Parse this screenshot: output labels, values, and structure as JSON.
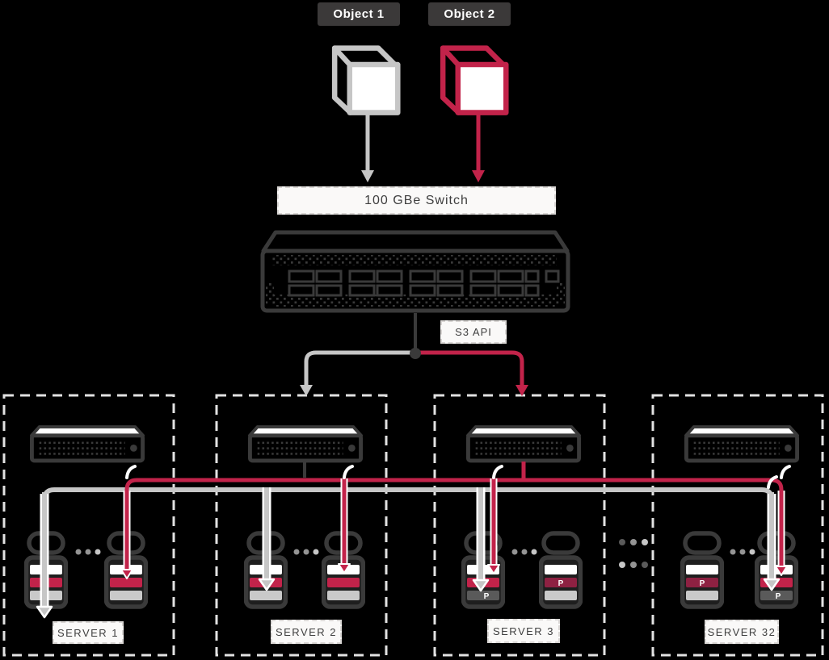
{
  "colors": {
    "bg": "#000000",
    "dark": "#3a3a3a",
    "red": "#c2234a",
    "maroon": "#8e2142",
    "grayline": "#c6c6c6",
    "bandgray": "#c9c9c9",
    "banddark": "#5a5a5a",
    "white": "#ffffff",
    "chipbg": "#3b3939",
    "chiptext": "#ffffff",
    "platebg": "#faf9f8",
    "plateborder": "#d9d6d4",
    "platetext": "#3f3f3f",
    "dashed": "#e2e2e2",
    "dotd": "#5a5a5a",
    "dotm": "#949494",
    "dotl": "#c6c6c6"
  },
  "objects": [
    {
      "label": "Object 1"
    },
    {
      "label": "Object 2"
    }
  ],
  "switch_label": "100 GBe Switch",
  "api_label": "S3 API",
  "parity_label": "P",
  "servers": [
    {
      "label": "SERVER 1"
    },
    {
      "label": "SERVER 2"
    },
    {
      "label": "SERVER 3"
    },
    {
      "label": "SERVER 32"
    }
  ]
}
